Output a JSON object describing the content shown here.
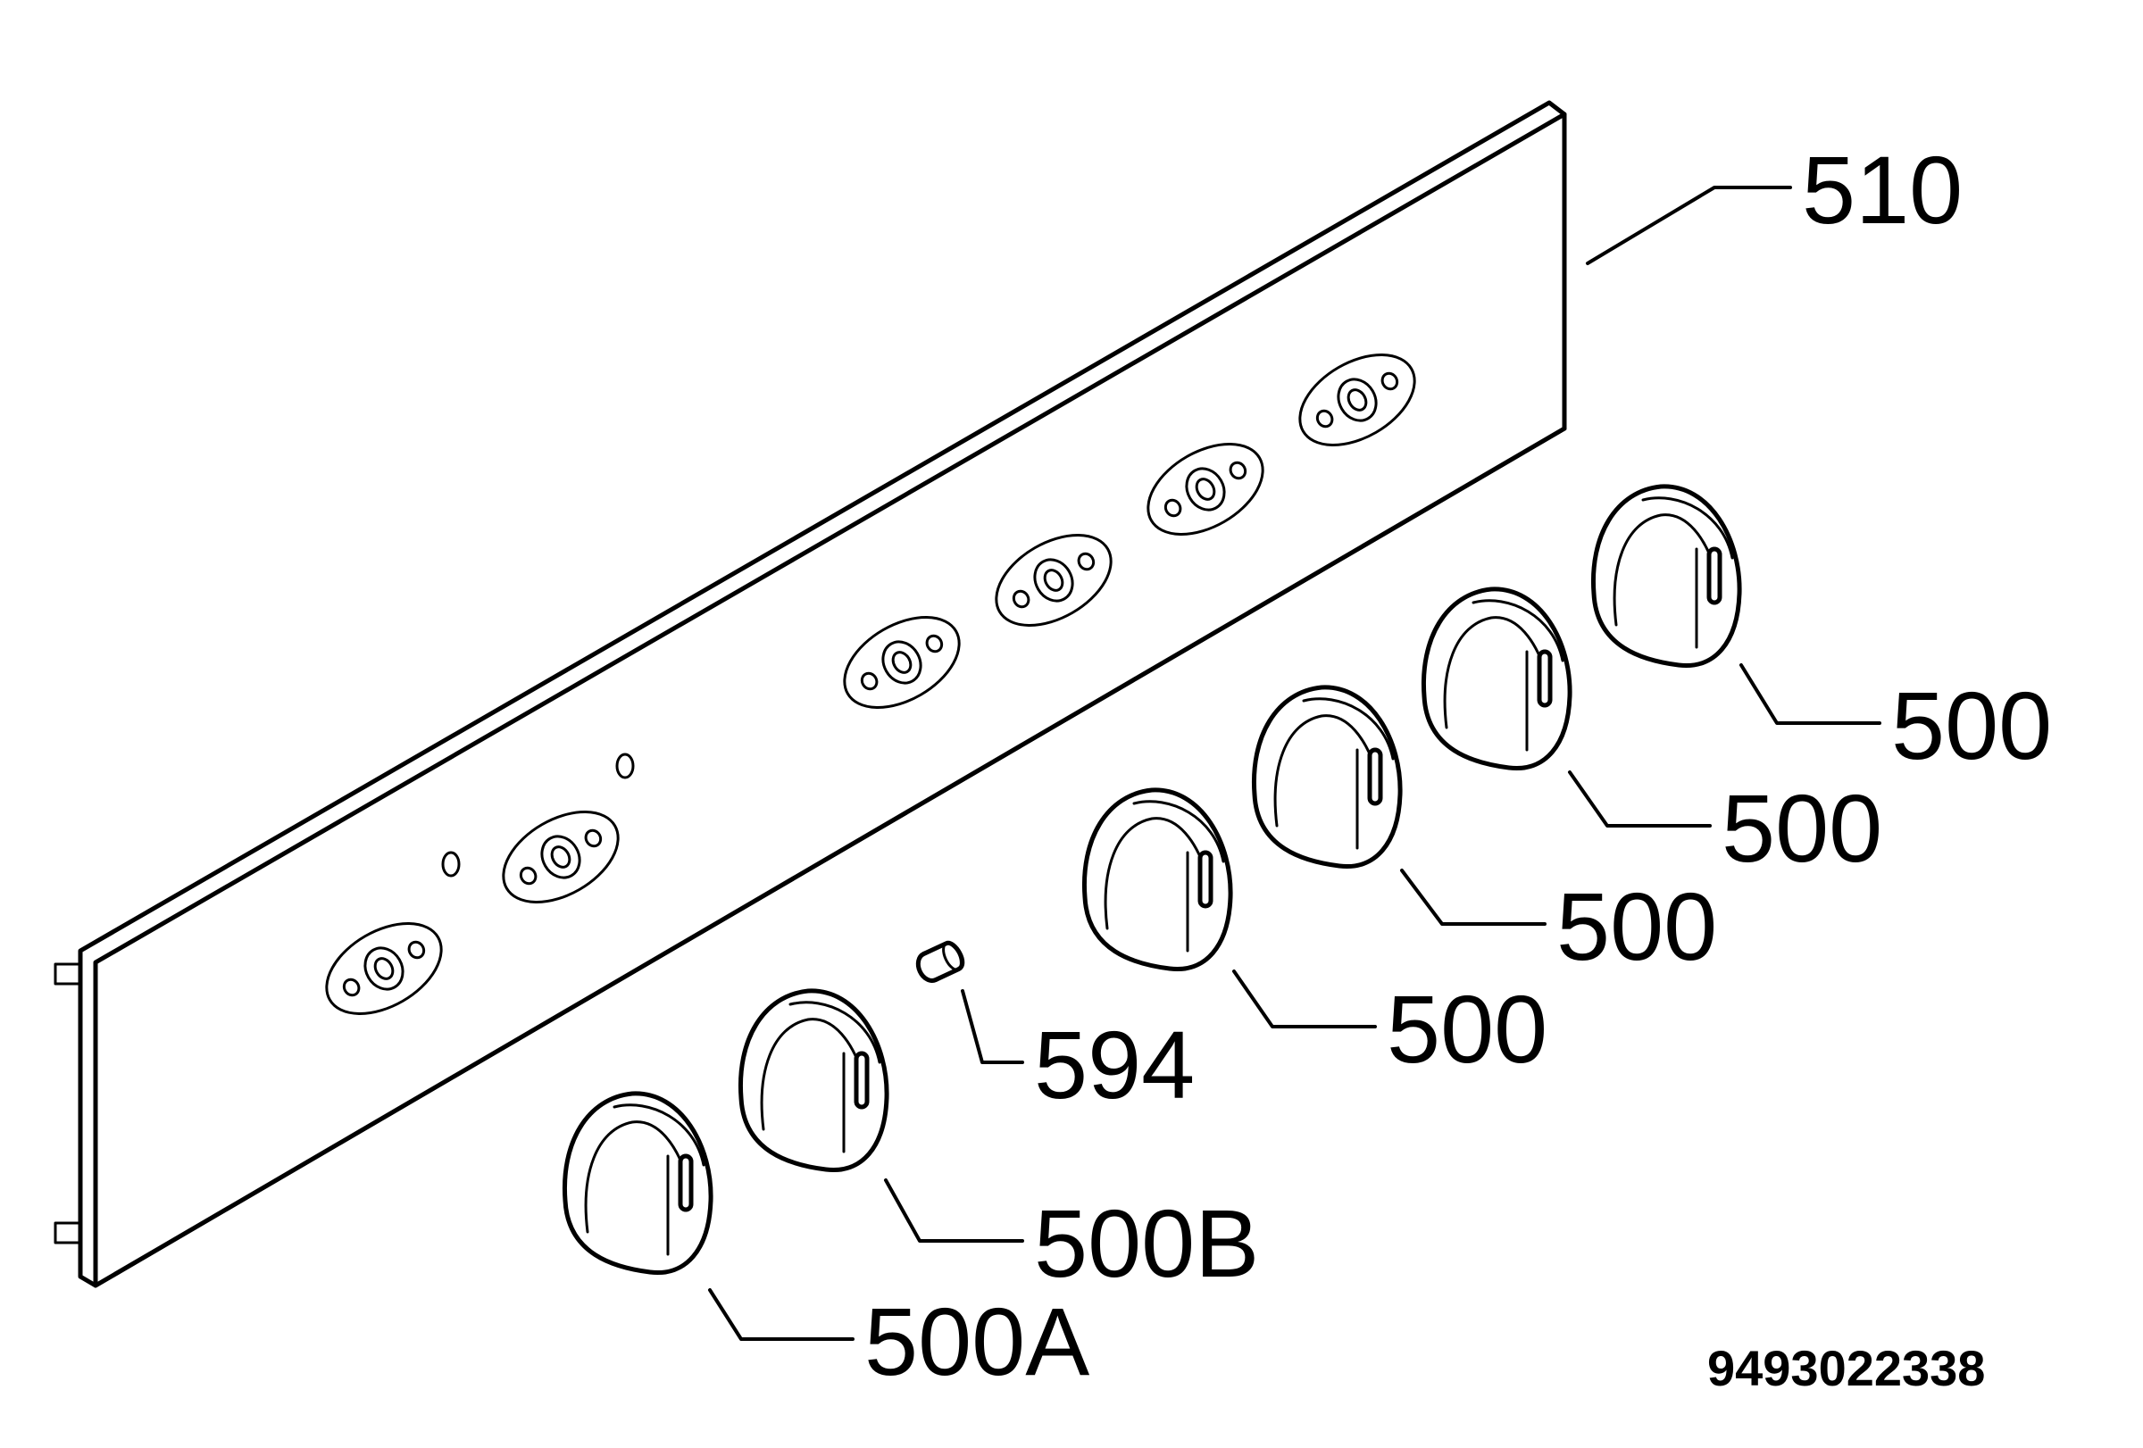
{
  "labels": {
    "panel": "510",
    "knob_1": "500",
    "knob_2": "500",
    "knob_3": "500",
    "knob_4": "500",
    "knob_5": "500B",
    "knob_6": "500A",
    "lamp": "594"
  },
  "document_number": "9493022338"
}
